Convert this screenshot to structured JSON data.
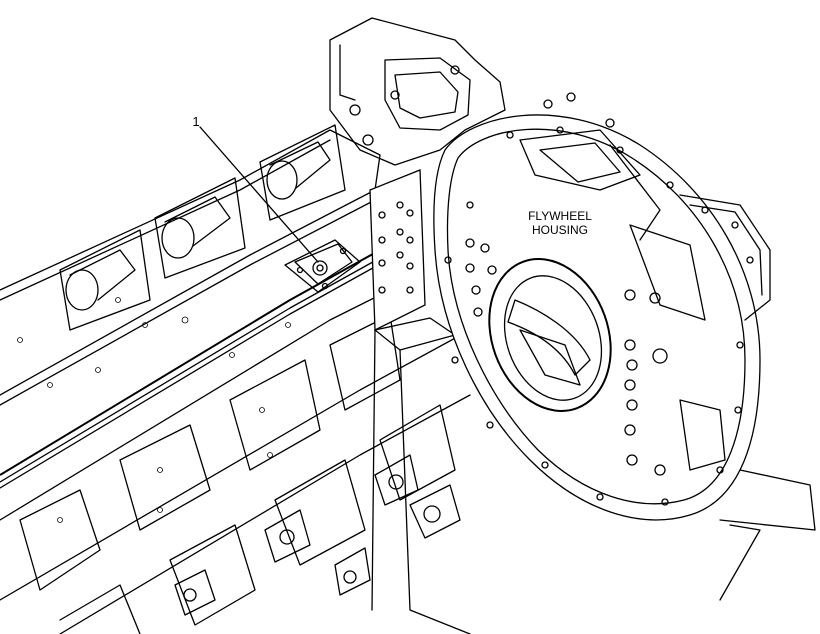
{
  "diagram": {
    "callouts": [
      {
        "id": "1",
        "label": "1"
      }
    ],
    "labels": {
      "flywheel_line1": "FLYWHEEL",
      "flywheel_line2": "HOUSING"
    }
  }
}
